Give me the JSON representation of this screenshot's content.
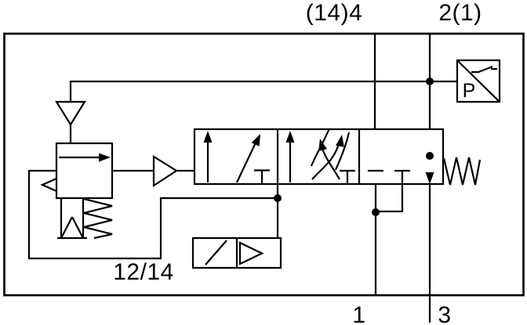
{
  "diagram": {
    "type": "pneumatic-circuit-schematic",
    "background_color": "#ffffff",
    "line_color": "#000000",
    "labels": {
      "top_left_port": "(14)4",
      "top_right_port": "2(1)",
      "bottom_left_port": "1",
      "bottom_right_port": "3",
      "pilot_port": "12/14",
      "pressure_switch": "P"
    }
  }
}
